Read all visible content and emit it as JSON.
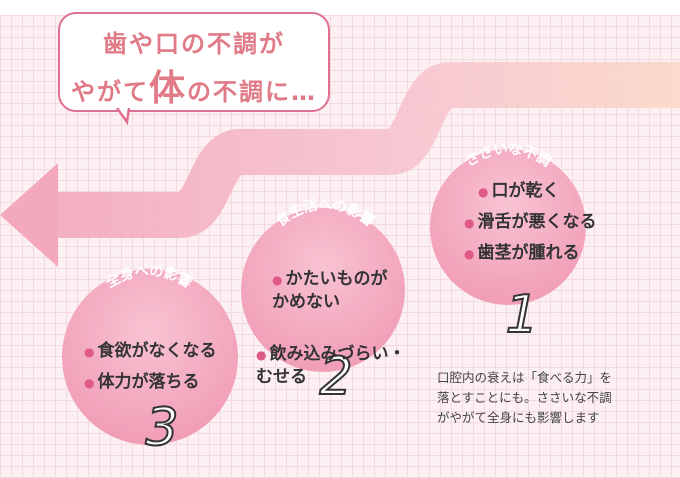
{
  "headline": {
    "line1": "歯や口の不調が",
    "line2_pre": "やがて",
    "line2_big": "体",
    "line2_post": "の不調に…"
  },
  "stages": [
    {
      "number": "1",
      "title": "ささいな不調",
      "items": [
        "口が乾く",
        "滑舌が悪くなる",
        "歯茎が腫れる"
      ]
    },
    {
      "number": "2",
      "title": "食生活への影響",
      "items": [
        "かたいものが\nかめない",
        "飲み込みづらい・\nむせる"
      ]
    },
    {
      "number": "3",
      "title": "全身への影響",
      "items": [
        "食欲がなくなる",
        "体力が落ちる"
      ]
    }
  ],
  "note": [
    "口腔内の衰えは「食べる力」を",
    "落とすことにも。ささいな不調",
    "がやがて全身にも影響します"
  ],
  "colors": {
    "accent": "#e0708f",
    "circle": "#f2a9bf",
    "arrow": "#f7c3cf"
  }
}
